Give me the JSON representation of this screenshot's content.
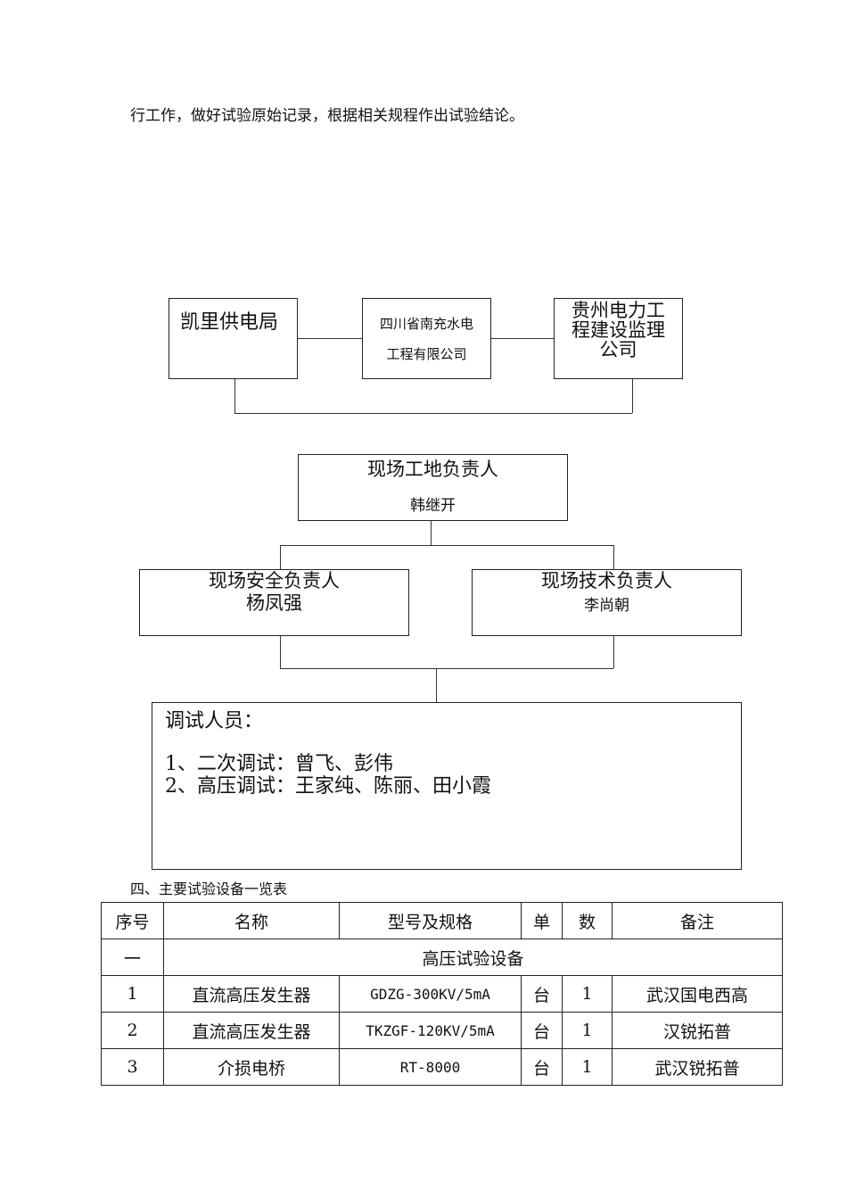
{
  "intro_line": "行工作，做好试验原始记录，根据相关规程作出试验结论。",
  "org": {
    "left_box": "凯里供电局",
    "center_box_line1": "四川省南充水电",
    "center_box_line2": "工程有限公司",
    "right_box_line1": "贵州电力工",
    "right_box_line2": "程建设监理",
    "right_box_line3": "公司",
    "site_title": "现场工地负责人",
    "site_name": "韩继开",
    "safety_title": "现场安全负责人",
    "safety_name": "杨凤强",
    "tech_title": "现场技术负责人",
    "tech_name": "李尚朝",
    "debug_title": "调试人员：",
    "debug_line1": "1、二次调试：曾飞、彭伟",
    "debug_line2": "2、高压调试：王家纯、陈丽、田小霞"
  },
  "section_title": "四、主要试验设备一览表",
  "table": {
    "headers": [
      "序号",
      "名称",
      "型号及规格",
      "单",
      "数",
      "备注"
    ],
    "group": {
      "index": "一",
      "label": "高压试验设备"
    },
    "rows": [
      [
        "1",
        "直流高压发生器",
        "GDZG-300KV/5mA",
        "台",
        "1",
        "武汉国电西高"
      ],
      [
        "2",
        "直流高压发生器",
        "TKZGF-120KV/5mA",
        "台",
        "1",
        "汉锐拓普"
      ],
      [
        "3",
        "介损电桥",
        "RT-8000",
        "台",
        "1",
        "武汉锐拓普"
      ]
    ]
  }
}
